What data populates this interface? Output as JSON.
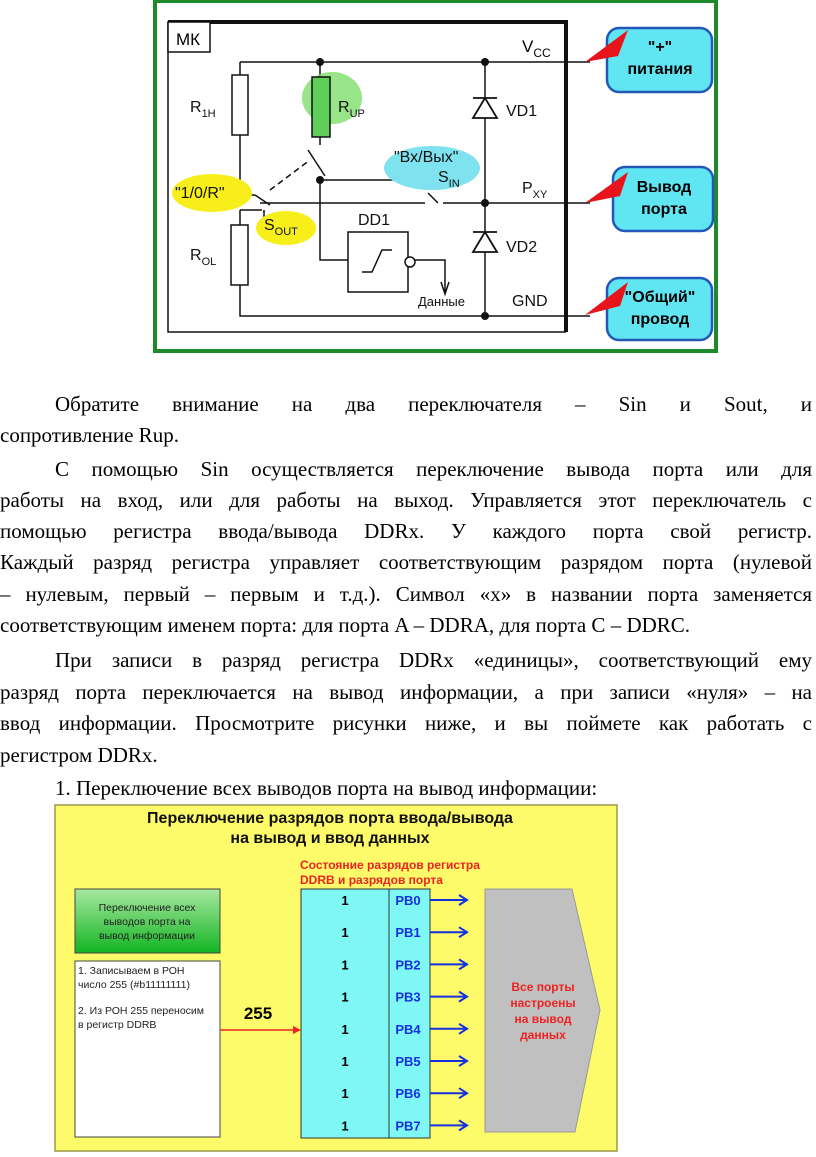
{
  "circuit": {
    "mk": "МК",
    "vcc": "V",
    "vcc_sub": "CC",
    "r1h": "R",
    "r1h_sub": "1H",
    "rup": "R",
    "rup_sub": "UP",
    "vd1": "VD1",
    "vd2": "VD2",
    "io": "\"Вх/Вых\"",
    "sin": "S",
    "sin_sub": "IN",
    "pxy": "P",
    "pxy_sub": "XY",
    "mode": "\"1/0/R\"",
    "sout": "S",
    "sout_sub": "OUT",
    "dd1": "DD1",
    "rol": "R",
    "rol_sub": "OL",
    "data": "Данные",
    "gnd": "GND",
    "callouts": [
      [
        "\"+\"",
        "питания"
      ],
      [
        "Вывод",
        "порта"
      ],
      [
        "\"Общий\"",
        "провод"
      ]
    ]
  },
  "text_lines": [
    "Обратите внимание на два переключателя – Sin и Sout, и",
    "сопротивление Rup.",
    "С помощью Sin осуществляется переключение вывода порта или для",
    "работы на вход, или для работы на выход. Управляется этот переключатель с",
    "помощью регистра ввода/вывода DDRx. У каждого порта свой регистр.",
    "Каждый разряд регистра управляет соответствующим разрядом порта (нулевой",
    "– нулевым, первый – первым и т.д.). Символ «х» в названии порта заменяется",
    "соответствующим именем порта: для порта A – DDRA, для порта C – DDRC.",
    "При записи в разряд регистра DDRx «единицы», соответствующий ему",
    "разряд порта переключается на вывод информации, а при записи «нуля» – на",
    "ввод информации. Просмотрите рисунки ниже, и вы поймете как работать с",
    "регистром DDRx.",
    "1. Переключение всех выводов порта на вывод информации:"
  ],
  "ddr_diagram": {
    "title1": "Переключение разрядов порта ввода/вывода",
    "title2": "на вывод и ввод данных",
    "state1": "Состояние разрядов регистра",
    "state2": "DDRB и разрядов порта",
    "green": [
      "Переключение всех",
      "выводов порта на",
      "вывод информации"
    ],
    "steps": [
      "1. Записываем в РОН",
      "число 255 (#b11111111)",
      "",
      "2. Из РОН 255 переносим",
      "в регистр DDRB"
    ],
    "value": "255",
    "bits": [
      "1",
      "1",
      "1",
      "1",
      "1",
      "1",
      "1",
      "1"
    ],
    "pins": [
      "PB0",
      "PB1",
      "PB2",
      "PB3",
      "PB4",
      "PB5",
      "PB6",
      "PB7"
    ],
    "result": [
      "Все порты",
      "настроены",
      "на вывод",
      "данных"
    ]
  }
}
